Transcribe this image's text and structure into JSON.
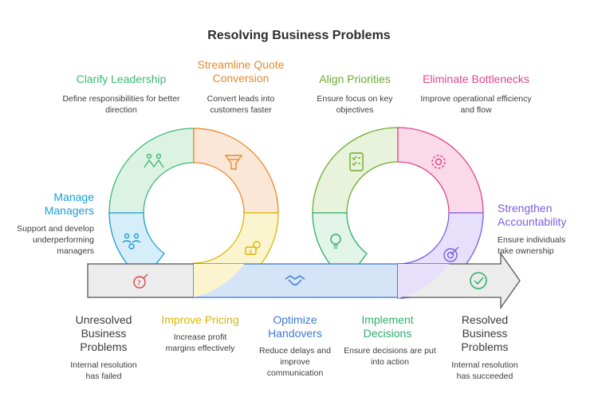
{
  "title": "Resolving Business Problems",
  "colors": {
    "clarify": "#3cb878",
    "streamline": "#e8892a",
    "align": "#6aab2e",
    "eliminate": "#e0468a",
    "manage": "#1a9ed6",
    "strengthen": "#7b5fe0",
    "pricing": "#d9b600",
    "handovers": "#3b7ad6",
    "implement": "#2cae6c",
    "start": "#444444",
    "end": "#444444"
  },
  "stages": {
    "clarify": {
      "title": "Clarify Leadership",
      "desc": "Define responsibilities for better direction",
      "icon": "people-icon"
    },
    "streamline": {
      "title": "Streamline Quote Conversion",
      "desc": "Convert leads into customers faster",
      "icon": "funnel-icon"
    },
    "align": {
      "title": "Align Priorities",
      "desc": "Ensure focus on key objectives",
      "icon": "checklist-icon"
    },
    "eliminate": {
      "title": "Eliminate Bottlenecks",
      "desc": "Improve operational efficiency and flow",
      "icon": "gear-icon"
    },
    "manage": {
      "title": "Manage Managers",
      "desc": "Support and develop underperforming managers",
      "icon": "team-gear-icon"
    },
    "strengthen": {
      "title": "Strengthen Accountability",
      "desc": "Ensure individuals take ownership",
      "icon": "target-icon"
    },
    "start": {
      "title": "Unresolved Business Problems",
      "desc": "Internal resolution has failed",
      "icon": "question-icon"
    },
    "pricing": {
      "title": "Improve Pricing",
      "desc": "Increase profit margins effectively",
      "icon": "money-icon"
    },
    "handovers": {
      "title": "Optimize Handovers",
      "desc": "Reduce delays and improve communication",
      "icon": "handshake-icon"
    },
    "implement": {
      "title": "Implement Decisions",
      "desc": "Ensure decisions are put into action",
      "icon": "bulb-icon"
    },
    "end": {
      "title": "Resolved Business Problems",
      "desc": "Internal resolution has succeeded",
      "icon": "check-icon"
    }
  }
}
